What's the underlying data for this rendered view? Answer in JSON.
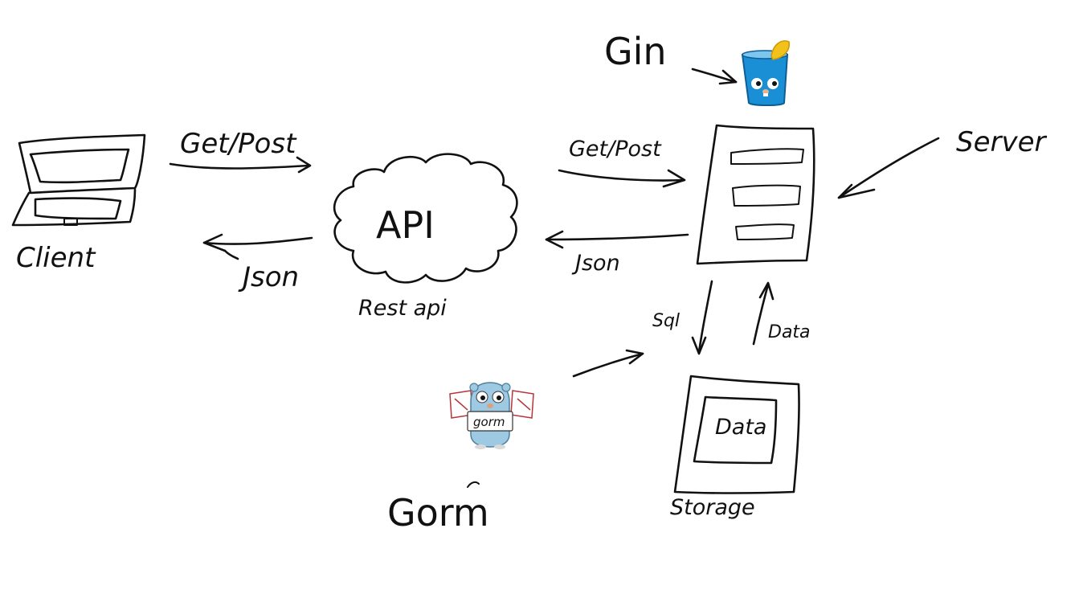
{
  "diagram": {
    "nodes": {
      "client": {
        "label": "Client"
      },
      "api": {
        "label": "API",
        "caption": "Rest api"
      },
      "server": {
        "label": "Server"
      },
      "gin": {
        "label": "Gin"
      },
      "storage": {
        "label": "Storage",
        "inner_label": "Data"
      },
      "gorm": {
        "label": "Gorm",
        "badge_text": "gorm"
      }
    },
    "edges": {
      "client_to_api": {
        "label": "Get/Post"
      },
      "api_to_client": {
        "label": "Json"
      },
      "api_to_server": {
        "label": "Get/Post"
      },
      "server_to_api": {
        "label": "Json"
      },
      "server_to_storage": {
        "label": "Sql"
      },
      "storage_to_server": {
        "label": "Data"
      }
    }
  },
  "colors": {
    "ink": "#111111",
    "gin_glass": "#1a8fd6",
    "gin_lemon": "#f2c21b",
    "gopher_body": "#9ec9e3",
    "flag_red": "#b5363a"
  }
}
